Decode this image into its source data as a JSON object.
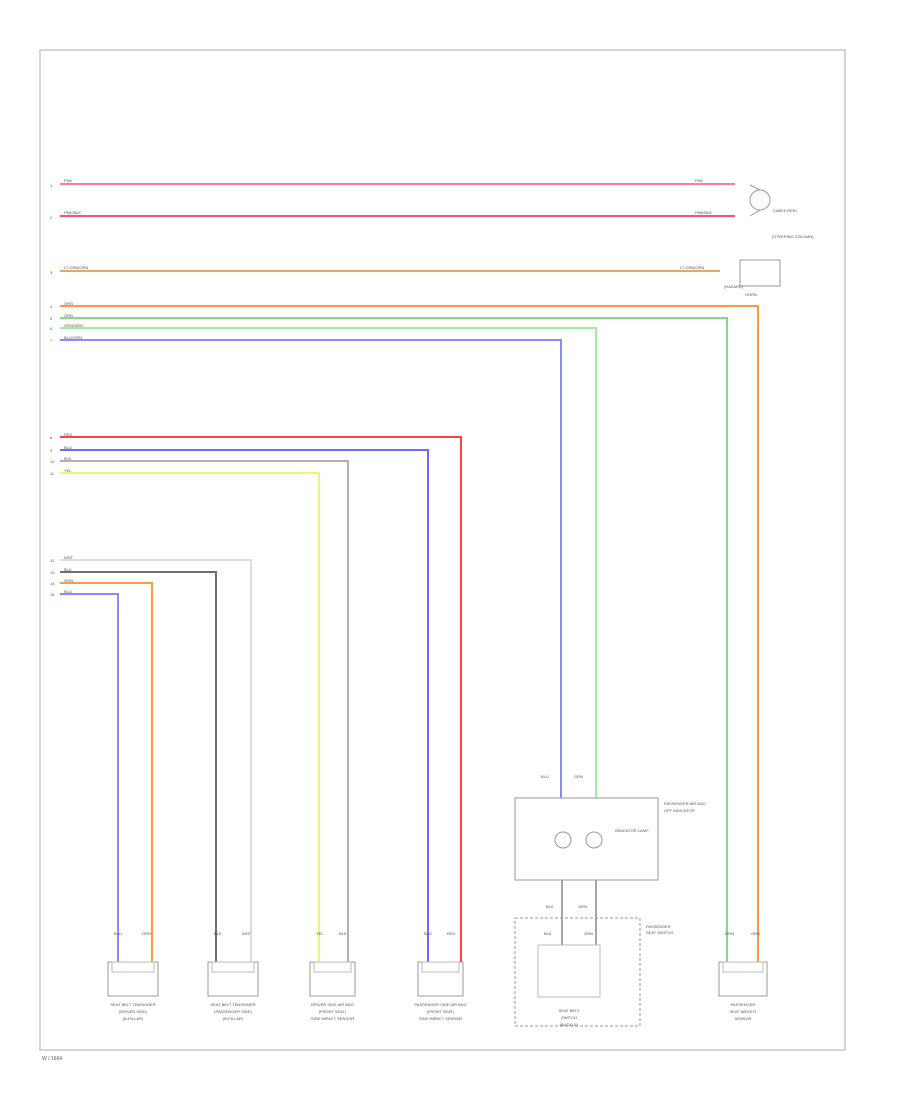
{
  "diagram": {
    "frame_caption": "W / 1664",
    "top_wires": [
      {
        "id": "w1",
        "color": "#ff7a9c",
        "pin": "1",
        "label_left": "PNK",
        "label_right": "PNK"
      },
      {
        "id": "w2",
        "color": "#ff4f78",
        "pin": "2",
        "label_left": "PNK/BLK",
        "label_right": "PNK/BLK"
      },
      {
        "id": "w3",
        "color": "#f5a25a",
        "pin": "3",
        "label_left": "LT GRN/ORN",
        "label_right": "LT GRN/ORN"
      }
    ],
    "top_components": {
      "clockspring_name": "CABLE REEL",
      "clockspring_note": "(STEERING COLUMN)",
      "right_box_name": "HORN",
      "right_box_note": "(HAZARD)"
    },
    "group_a": [
      {
        "id": "a1",
        "color": "#ff9a3c",
        "pin": "4",
        "label": "ORN"
      },
      {
        "id": "a2",
        "color": "#7de07d",
        "pin": "5",
        "label": "GRN"
      },
      {
        "id": "a3",
        "color": "#9ef09e",
        "pin": "6",
        "label": "GRN/ORN"
      },
      {
        "id": "a4",
        "color": "#8a8aff",
        "pin": "7",
        "label": "BLU/GRN"
      }
    ],
    "group_b": [
      {
        "id": "b1",
        "color": "#ff4040",
        "pin": "8",
        "label": "RED"
      },
      {
        "id": "b2",
        "color": "#6a6aff",
        "pin": "9",
        "label": "BLU"
      },
      {
        "id": "b3",
        "color": "#b0b0b0",
        "pin": "10",
        "label": "BLK"
      },
      {
        "id": "b4",
        "color": "#f2f27a",
        "pin": "11",
        "label": "YEL"
      }
    ],
    "group_c": [
      {
        "id": "c1",
        "color": "#dddddd",
        "pin": "12",
        "label": "WHT"
      },
      {
        "id": "c2",
        "color": "#707070",
        "pin": "13",
        "label": "BLK"
      },
      {
        "id": "c3",
        "color": "#ff9a3c",
        "pin": "14",
        "label": "ORN"
      },
      {
        "id": "c4",
        "color": "#8a8aff",
        "pin": "15",
        "label": "BLU"
      }
    ],
    "bottom_components": [
      {
        "id": "seat_belt_l",
        "pin_labels": [
          "BLU",
          "ORN"
        ],
        "name": "SEAT BELT TENSIONER",
        "sub": "(DRIVER SIDE)",
        "note": "(B-PILLAR)"
      },
      {
        "id": "seat_belt_r",
        "pin_labels": [
          "BLK",
          "WHT"
        ],
        "name": "SEAT BELT TENSIONER",
        "sub": "(PASSENGER SIDE)",
        "note": "(B-PILLAR)"
      },
      {
        "id": "side_bag_drv",
        "pin_labels": [
          "YEL",
          "BLK"
        ],
        "name": "DRIVER SIDE AIR BAG",
        "sub": "(FRONT SEAT)",
        "note": "SIDE IMPACT SENSOR"
      },
      {
        "id": "side_bag_pas",
        "pin_labels": [
          "BLU",
          "RED"
        ],
        "name": "PASSENGER SIDE AIR BAG",
        "sub": "(FRONT SEAT)",
        "note": "SIDE IMPACT SENSOR"
      },
      {
        "id": "seat_switch",
        "pin_labels": [
          "BLK",
          "GRN"
        ],
        "name": "SEAT BELT",
        "sub": "SWITCH",
        "note": "(BUCKLE)"
      },
      {
        "id": "pas_sensor",
        "pin_labels": [
          "GRN",
          "ORN"
        ],
        "name": "PASSENGER",
        "sub": "SEAT WEIGHT",
        "note": "SENSOR"
      }
    ],
    "indicator": {
      "pin_labels": [
        "BLU",
        "GRN"
      ],
      "name": "PASSENGER AIR BAG",
      "sub": "OFF INDICATOR",
      "lamp_label": "INDICATOR LAMP"
    },
    "switch_box": {
      "pin_labels": [
        "BLK",
        "GRN"
      ],
      "name": "PASSENGER",
      "sub": "SEAT SWITCH"
    }
  }
}
